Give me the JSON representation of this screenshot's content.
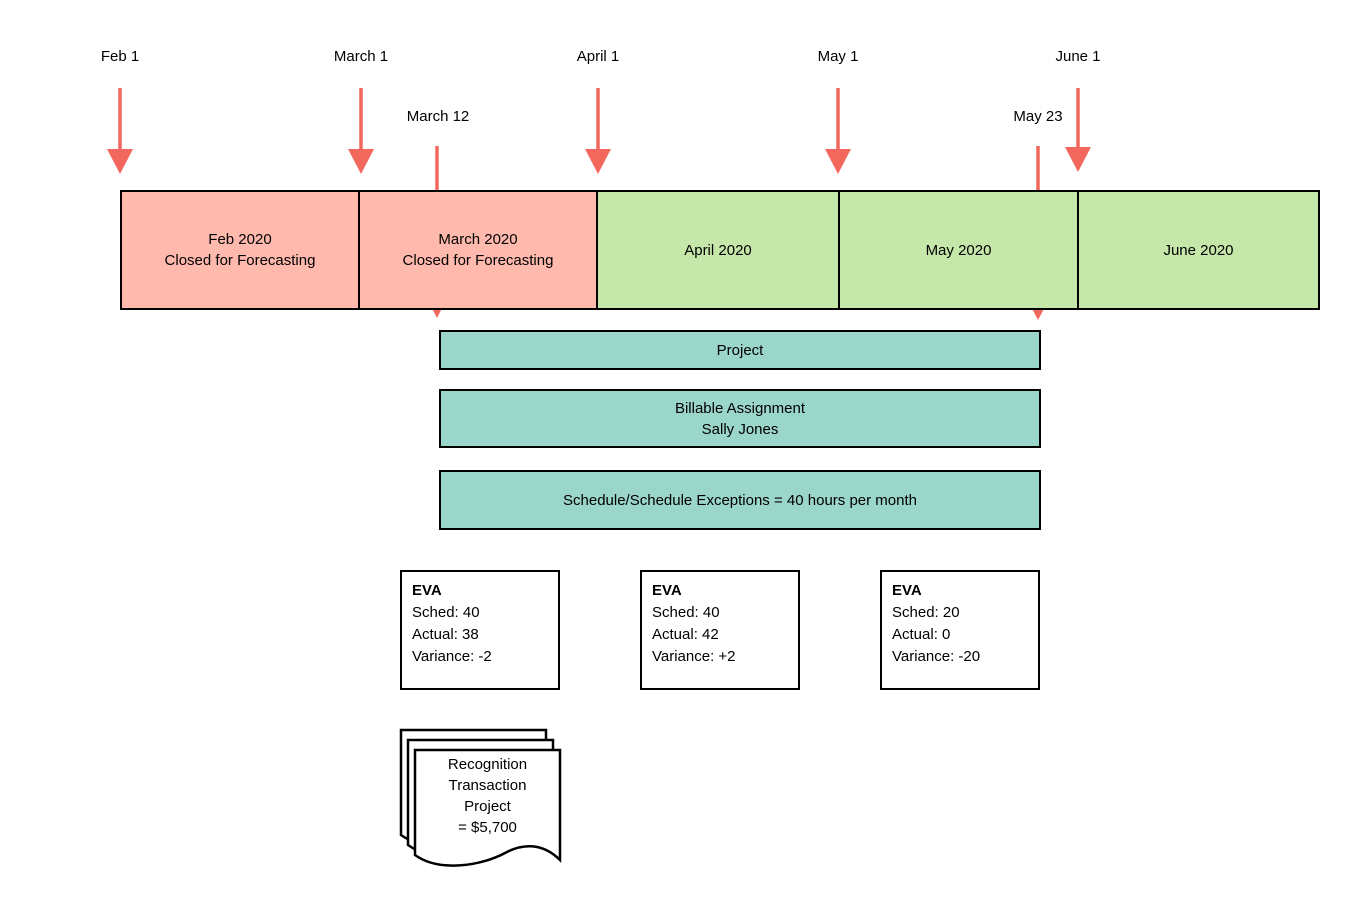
{
  "colors": {
    "closed_month_fill": "#ffb9ad",
    "open_month_fill": "#c6e7aa",
    "teal_bar_fill": "#9bd6cb",
    "arrow_red": "#f2685c",
    "outline": "#000000",
    "background": "#ffffff"
  },
  "date_markers": [
    {
      "label": "Feb 1"
    },
    {
      "label": "March 1"
    },
    {
      "label": "April 1"
    },
    {
      "label": "May 1"
    },
    {
      "label": "June 1"
    }
  ],
  "event_markers": [
    {
      "label": "March 12"
    },
    {
      "label": "May 23"
    }
  ],
  "months": [
    {
      "title": "Feb 2020",
      "subtitle": "Closed for Forecasting"
    },
    {
      "title": "March 2020",
      "subtitle": "Closed for Forecasting"
    },
    {
      "title": "April 2020",
      "subtitle": ""
    },
    {
      "title": "May 2020",
      "subtitle": ""
    },
    {
      "title": "June 2020",
      "subtitle": ""
    }
  ],
  "bars": {
    "project_label": "Project",
    "assignment_line1": "Billable Assignment",
    "assignment_line2": "Sally Jones",
    "schedule_label": "Schedule/Schedule Exceptions = 40 hours per month"
  },
  "eva_boxes": [
    {
      "title": "EVA",
      "sched": "Sched: 40",
      "actual": "Actual: 38",
      "variance": "Variance: -2"
    },
    {
      "title": "EVA",
      "sched": "Sched: 40",
      "actual": "Actual: 42",
      "variance": "Variance: +2"
    },
    {
      "title": "EVA",
      "sched": "Sched: 20",
      "actual": "Actual: 0",
      "variance": "Variance: -20"
    }
  ],
  "document": {
    "line1": "Recognition",
    "line2": "Transaction",
    "line3": "Project",
    "line4": "= $5,700"
  }
}
